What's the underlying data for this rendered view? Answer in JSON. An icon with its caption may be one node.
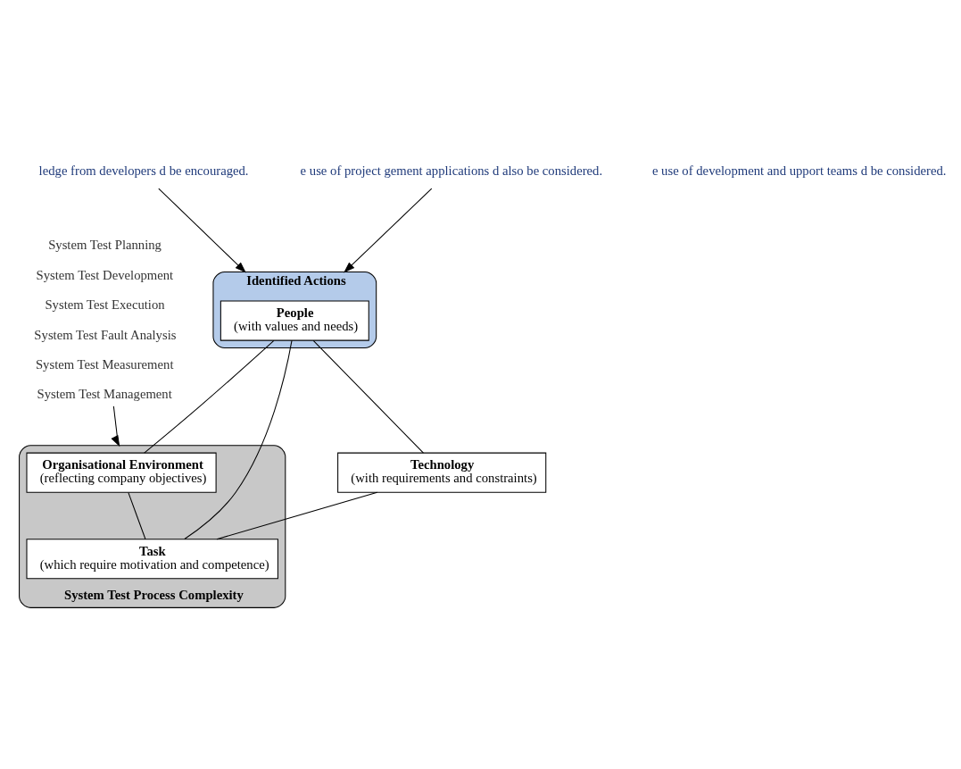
{
  "diagram": {
    "nodes": [
      {
        "text": [
          "Identified Actions"
        ]
      },
      {
        "text": [
          "People",
          "(with values and needs)"
        ],
        "in": 0
      },
      {
        "text": [
          "System Test Process Complexity"
        ]
      },
      {
        "text": [
          "Technology",
          "(with requirements and constraints)"
        ]
      },
      {
        "text": [
          "Organisational Environment",
          "(reflecting company objectives)"
        ],
        "in": 2
      },
      {
        "text": [
          "Task",
          "(which require motivation and competence)"
        ],
        "in": 2
      },
      {
        "text": [
          "ledge from developers d be encouraged."
        ]
      },
      {
        "text": [
          "e use of project gement applications d also be considered."
        ]
      },
      {
        "text": [
          "System Test Planning",
          "System Test Development",
          "System Test Execution",
          "System Test Fault Analysis",
          "System Test Measurement",
          "System Test Management"
        ]
      }
    ],
    "edges": [
      {
        "from": 1,
        "to": 3,
        "arrow": "none"
      },
      {
        "from": 1,
        "to": 4,
        "arrow": "none"
      },
      {
        "from": 1,
        "to": 5,
        "arrow": "none"
      },
      {
        "from": 3,
        "to": 5,
        "arrow": "none"
      },
      {
        "from": 4,
        "to": 5,
        "arrow": "none"
      },
      {
        "from": 6,
        "to": 0,
        "arrow": "to"
      },
      {
        "from": 7,
        "to": 0,
        "arrow": "to"
      },
      {
        "from": 8,
        "to": 2,
        "arrow": "to"
      }
    ],
    "labels": [
      "e use of development and upport teams d be considered."
    ]
  }
}
